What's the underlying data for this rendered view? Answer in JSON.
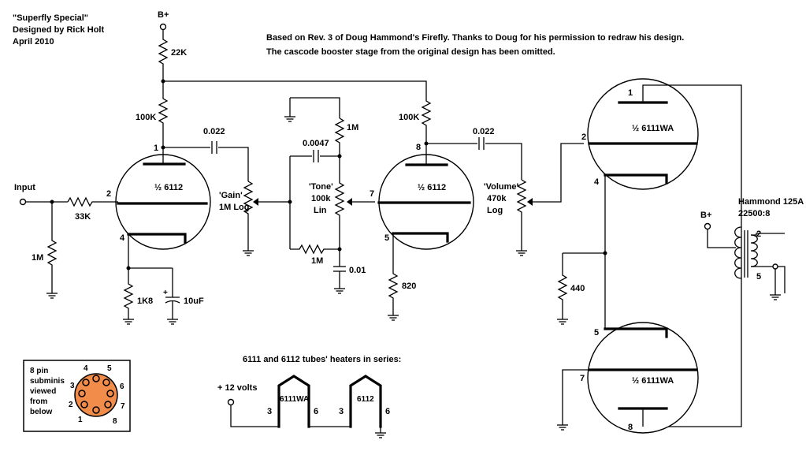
{
  "credits": {
    "line1": "\"Superfly Special\"",
    "line2": "Designed by Rick Holt",
    "line3": "April 2010"
  },
  "notes": {
    "line1": "Based on Rev. 3 of Doug Hammond's Firefly. Thanks to Doug for his permission to redraw his design.",
    "line2": "The cascode booster stage from the original design has been omitted."
  },
  "supply": {
    "bplus": "B+"
  },
  "input": {
    "label": "Input"
  },
  "resistors": {
    "r22k": "22K",
    "r100k_a": "100K",
    "r100k_b": "100K",
    "r33k": "33K",
    "r1m_in": "1M",
    "r1k8": "1K8",
    "r1m_tone": "1M",
    "r1m_bot": "1M",
    "r820": "820",
    "r440": "440"
  },
  "capacitors": {
    "c022_a": "0.022",
    "c0047": "0.0047",
    "c10uf": "10uF",
    "c022_b": "0.022",
    "c001": "0.01"
  },
  "pots": {
    "gain": {
      "name": "'Gain'",
      "value": "1M Log"
    },
    "tone": {
      "name": "'Tone'",
      "value": "100k",
      "taper": "Lin"
    },
    "volume": {
      "name": "'Volume'",
      "value": "470k",
      "taper": "Log"
    }
  },
  "tubes": {
    "v1": "½ 6112",
    "v2": "½ 6112",
    "v3": "½ 6111WA",
    "v4": "½ 6111WA"
  },
  "pins": {
    "v1_plate": "1",
    "v1_grid": "2",
    "v1_cathode": "4",
    "v2_plate": "8",
    "v2_grid": "7",
    "v2_cathode": "5",
    "v3_plate": "1",
    "v3_grid": "2",
    "v3_cathode": "4",
    "v4_cathode": "5",
    "v4_grid": "7",
    "v4_plate": "8"
  },
  "transformer": {
    "name": "Hammond 125A",
    "ratio": "22500:8",
    "bplus": "B+",
    "pin2": "2",
    "pin5": "5"
  },
  "pinout": {
    "l1": "8 pin",
    "l2": "subminis",
    "l3": "viewed",
    "l4": "from",
    "l5": "below",
    "p1": "1",
    "p2": "2",
    "p3": "3",
    "p4": "4",
    "p5": "5",
    "p6": "6",
    "p7": "7",
    "p8": "8"
  },
  "heaters": {
    "title": "6111 and 6112 tubes' heaters in series:",
    "supply": "+ 12 volts",
    "h1": "6111WA",
    "h2": "6112",
    "h1_p3": "3",
    "h1_p6": "6",
    "h2_p3": "3",
    "h2_p6": "6"
  },
  "colors": {
    "wire": "#000000",
    "pin_socket": "#f28c4a",
    "background": "#ffffff"
  }
}
